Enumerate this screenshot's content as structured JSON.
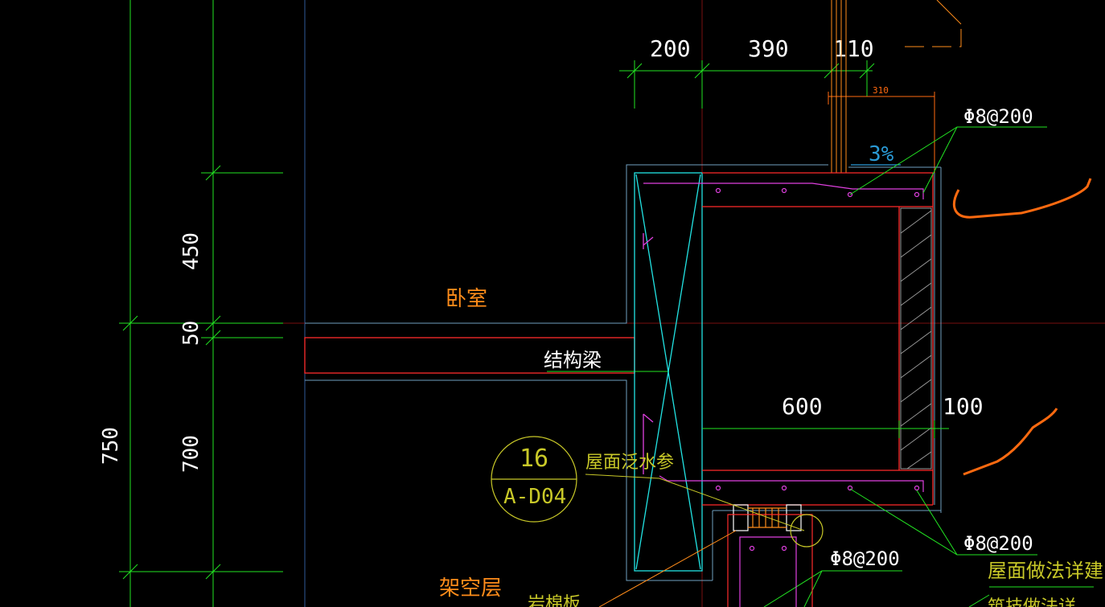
{
  "colors": {
    "background": "#000000",
    "dimension": "#22e422",
    "dim_text": "#ffffff",
    "concrete_outline": "#ff2b2b",
    "finish_layer": "#e040e0",
    "rebar_leader": "#22e422",
    "room_label": "#ff8c1a",
    "column_outline": "#22e4e4",
    "wall_outline": "#6fa0c0",
    "callout": "#c8c828",
    "break_line": "#ff6a10",
    "slope": "#2a9ad6"
  },
  "dimensions": {
    "top_200": "200",
    "top_390": "390",
    "top_110": "110",
    "small_310": "310",
    "left_450": "450",
    "left_50": "50",
    "left_700": "700",
    "left_750": "750",
    "inner_600": "600",
    "inner_100": "100"
  },
  "labels": {
    "rebar_top": "Φ8@200",
    "rebar_bottom_right": "Φ8@200",
    "rebar_bottom_mid": "Φ8@200",
    "slope": "3%",
    "bedroom": "卧室",
    "structural_beam": "结构梁",
    "overhead_floor": "架空层",
    "roof_flashing": "屋面泛水参",
    "roof_method": "屋面做法详建",
    "rock_wool": "岩棉板",
    "partial_bottom": "筑技做法详"
  },
  "callout": {
    "number": "16",
    "sheet": "A-D04"
  }
}
